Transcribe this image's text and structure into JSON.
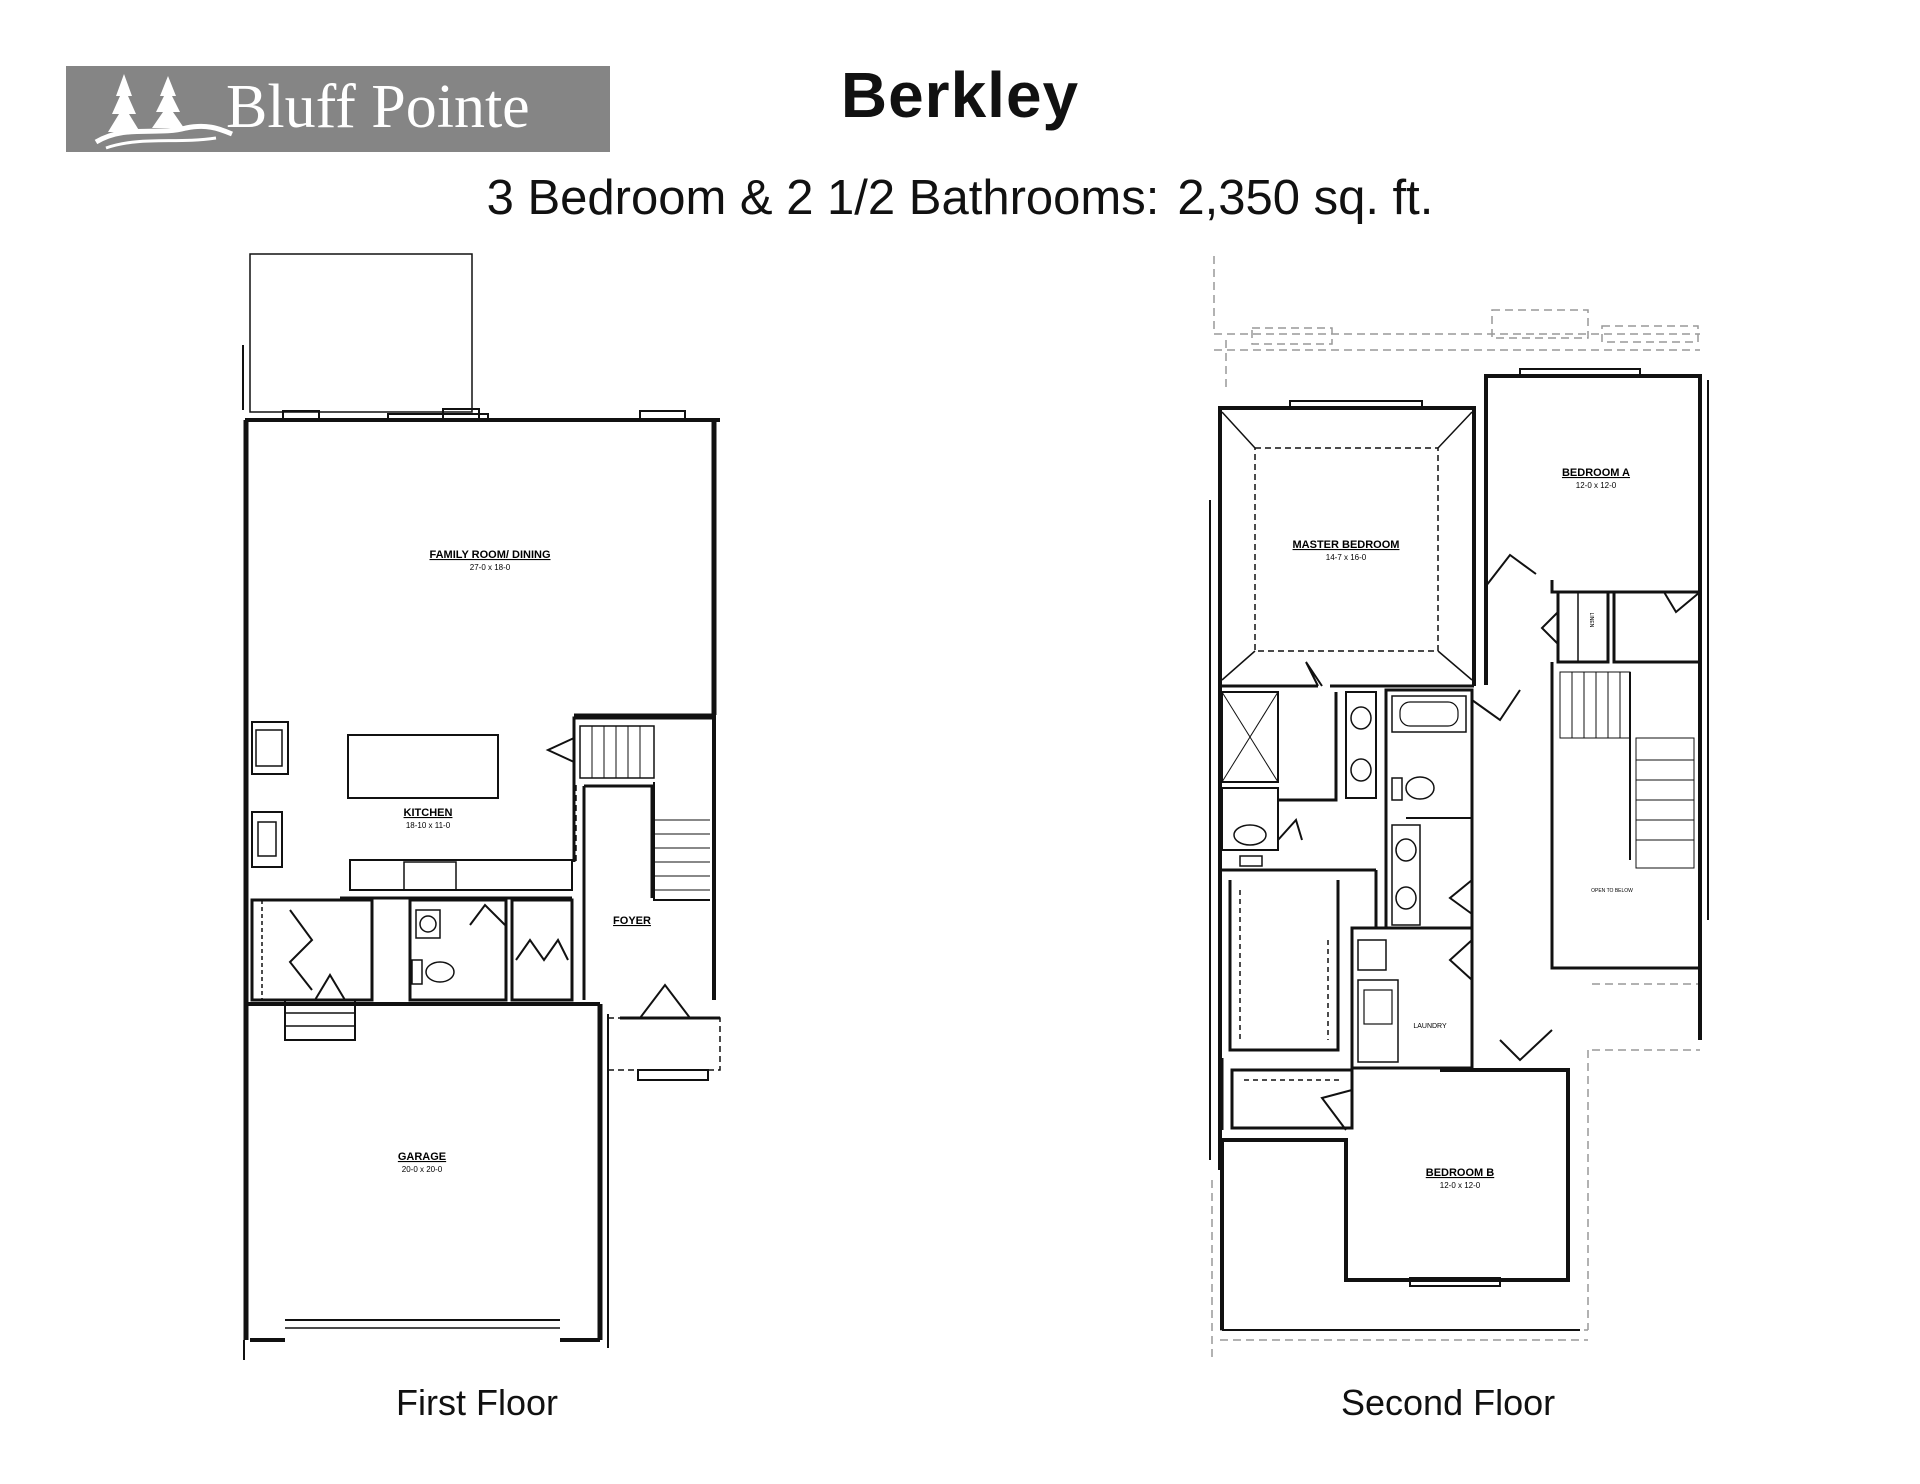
{
  "logo": {
    "text": "Bluff Pointe",
    "icon": "pine-trees-logo-icon"
  },
  "header": {
    "title": "Berkley",
    "subtitle_prefix": "3 Bedroom & 2 1/2 Bathrooms:",
    "subtitle_area": "2,350 sq. ft."
  },
  "first_floor": {
    "caption": "First Floor",
    "rooms": {
      "family": {
        "name": "FAMILY ROOM/ DINING",
        "dims": "27-0 x 18-0"
      },
      "kitchen": {
        "name": "KITCHEN",
        "dims": "18-10 x 11-0"
      },
      "foyer": {
        "name": "FOYER"
      },
      "garage": {
        "name": "GARAGE",
        "dims": "20-0 x 20-0"
      }
    }
  },
  "second_floor": {
    "caption": "Second Floor",
    "rooms": {
      "master": {
        "name": "MASTER BEDROOM",
        "dims": "14-7 x 16-0"
      },
      "bedroom_a": {
        "name": "BEDROOM A",
        "dims": "12-0 x 12-0"
      },
      "bedroom_b": {
        "name": "BEDROOM B",
        "dims": "12-0 x 12-0"
      },
      "laundry": {
        "name": "LAUNDRY"
      },
      "linen": {
        "name": "LINEN"
      },
      "open_below": {
        "name": "OPEN TO BELOW"
      }
    }
  },
  "colors": {
    "logo_bg": "#858585",
    "wall": "#111111",
    "dashed": "#999999"
  }
}
